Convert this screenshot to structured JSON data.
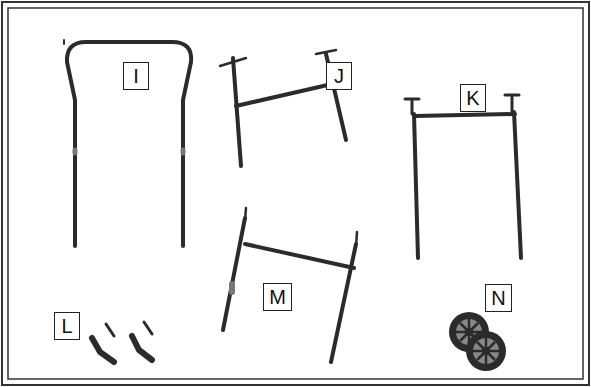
{
  "diagram": {
    "nodes": [
      {
        "text": [
          "I"
        ]
      },
      {
        "text": [
          "J"
        ]
      },
      {
        "text": [
          "K"
        ]
      },
      {
        "text": [
          "L"
        ]
      },
      {
        "text": [
          "M"
        ]
      },
      {
        "text": [
          "N"
        ]
      }
    ],
    "edges": []
  }
}
